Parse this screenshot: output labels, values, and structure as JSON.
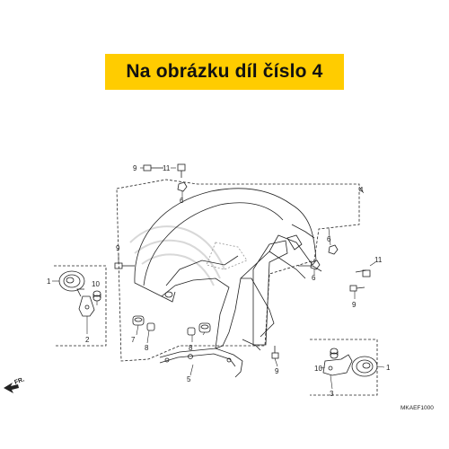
{
  "banner": {
    "text": "Na obrázku díl číslo 4"
  },
  "diagram": {
    "callouts": [
      "1",
      "1",
      "2",
      "3",
      "4",
      "5",
      "6",
      "6",
      "6",
      "7",
      "8",
      "9",
      "9",
      "9",
      "9",
      "10",
      "10",
      "11",
      "11"
    ],
    "direction_label": "FR.",
    "code": "MKAEF1000"
  },
  "colors": {
    "banner_bg": "#ffcc00",
    "line": "#222222",
    "watermark": "#d8d8d8"
  }
}
